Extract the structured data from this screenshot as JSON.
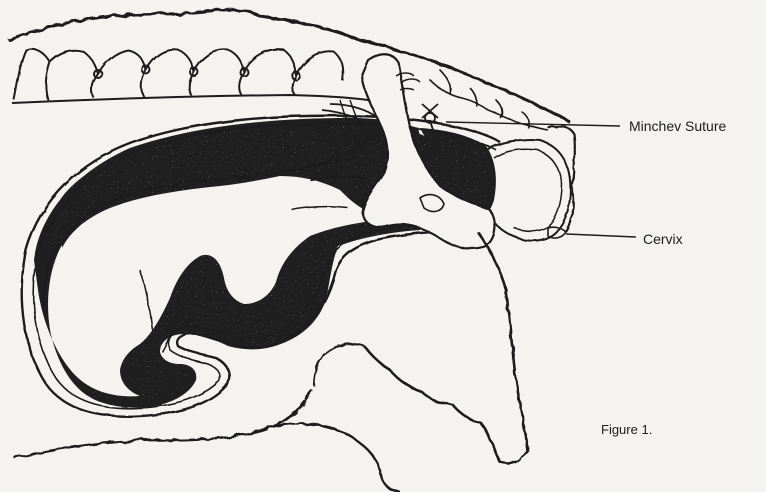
{
  "labels": {
    "minchev_suture": "Minchev Suture",
    "cervix": "Cervix",
    "figure_caption": "Figure 1."
  },
  "colors": {
    "paper": "#f4f3ef",
    "ink": "#1c1c1c",
    "cavity": "#1f1f1f"
  }
}
